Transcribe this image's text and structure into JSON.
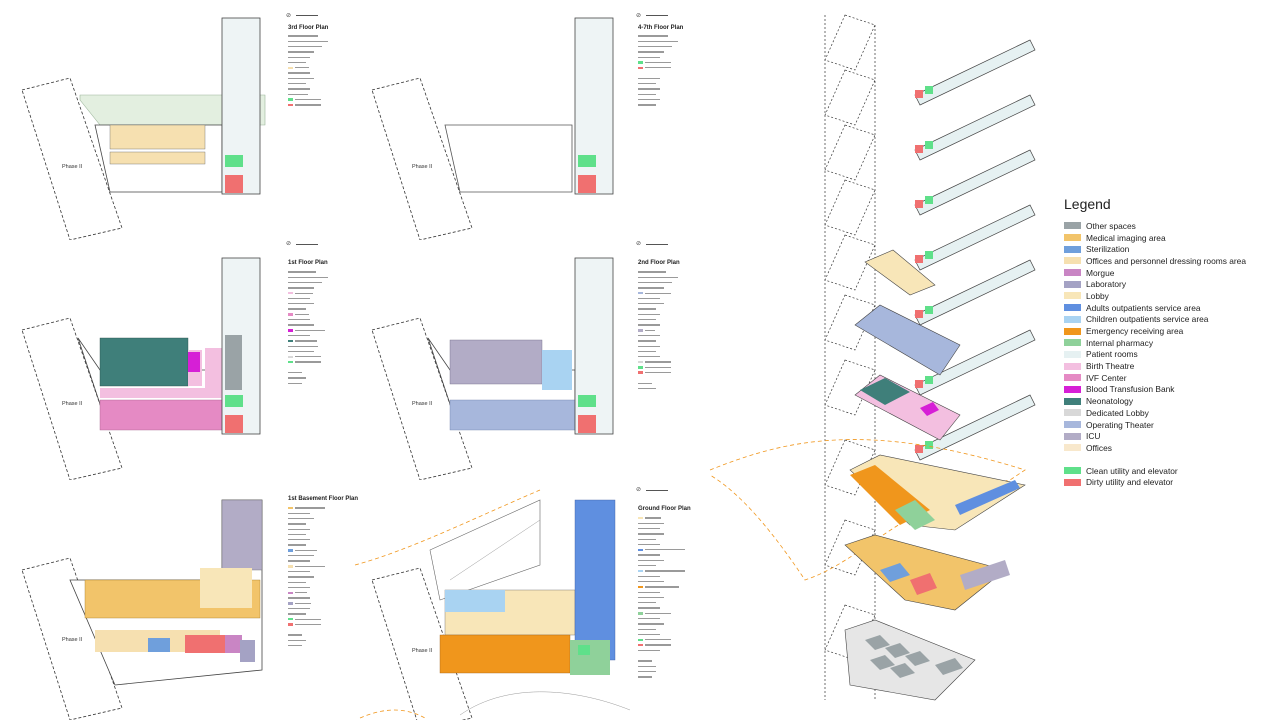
{
  "plans": [
    {
      "id": "3rd",
      "title": "3rd Floor Plan",
      "phase": "Phase II"
    },
    {
      "id": "4-7th",
      "title": "4-7th Floor Plan",
      "phase": "Phase II"
    },
    {
      "id": "1st",
      "title": "1st Floor Plan",
      "phase": "Phase II"
    },
    {
      "id": "2nd",
      "title": "2nd Floor Plan",
      "phase": "Phase II"
    },
    {
      "id": "b1",
      "title": "1st Basement Floor Plan",
      "phase": "Phase II"
    },
    {
      "id": "ground",
      "title": "Ground Floor Plan",
      "phase": "Phase II"
    }
  ],
  "legend": {
    "title": "Legend",
    "items": [
      {
        "label": "Other spaces",
        "color": "#9aa3a6"
      },
      {
        "label": "Medical imaging area",
        "color": "#f2c46a"
      },
      {
        "label": "Sterilization",
        "color": "#6f9fdc"
      },
      {
        "label": "Offices and personnel dressing rooms area",
        "color": "#f6e0b0"
      },
      {
        "label": "Morgue",
        "color": "#c985c4"
      },
      {
        "label": "Laboratory",
        "color": "#a4a2c4"
      },
      {
        "label": "Lobby",
        "color": "#f8e6b8"
      },
      {
        "label": "Adults outpatients service area",
        "color": "#5f8fe0"
      },
      {
        "label": "Children outpatients service area",
        "color": "#a9d3f2"
      },
      {
        "label": "Emergency receiving area",
        "color": "#f0961c"
      },
      {
        "label": "Internal pharmacy",
        "color": "#8fd19a"
      },
      {
        "label": "Patient rooms",
        "color": "#e6f1f2"
      },
      {
        "label": "Birth Theatre",
        "color": "#f3bfe0"
      },
      {
        "label": "IVF Center",
        "color": "#e58ac4"
      },
      {
        "label": "Blood Transfusion Bank",
        "color": "#d61fd6"
      },
      {
        "label": "Neonatology",
        "color": "#3f7f7a"
      },
      {
        "label": "Dedicated Lobby",
        "color": "#d8d8d8"
      },
      {
        "label": "Operating Theater",
        "color": "#a7b7dc"
      },
      {
        "label": "ICU",
        "color": "#b2acc6"
      },
      {
        "label": "Offices",
        "color": "#f8e8cc"
      }
    ],
    "utility_items": [
      {
        "label": "Clean utility and elevator",
        "color": "#5fe08a"
      },
      {
        "label": "Dirty utility and elevator",
        "color": "#f07070"
      }
    ]
  }
}
